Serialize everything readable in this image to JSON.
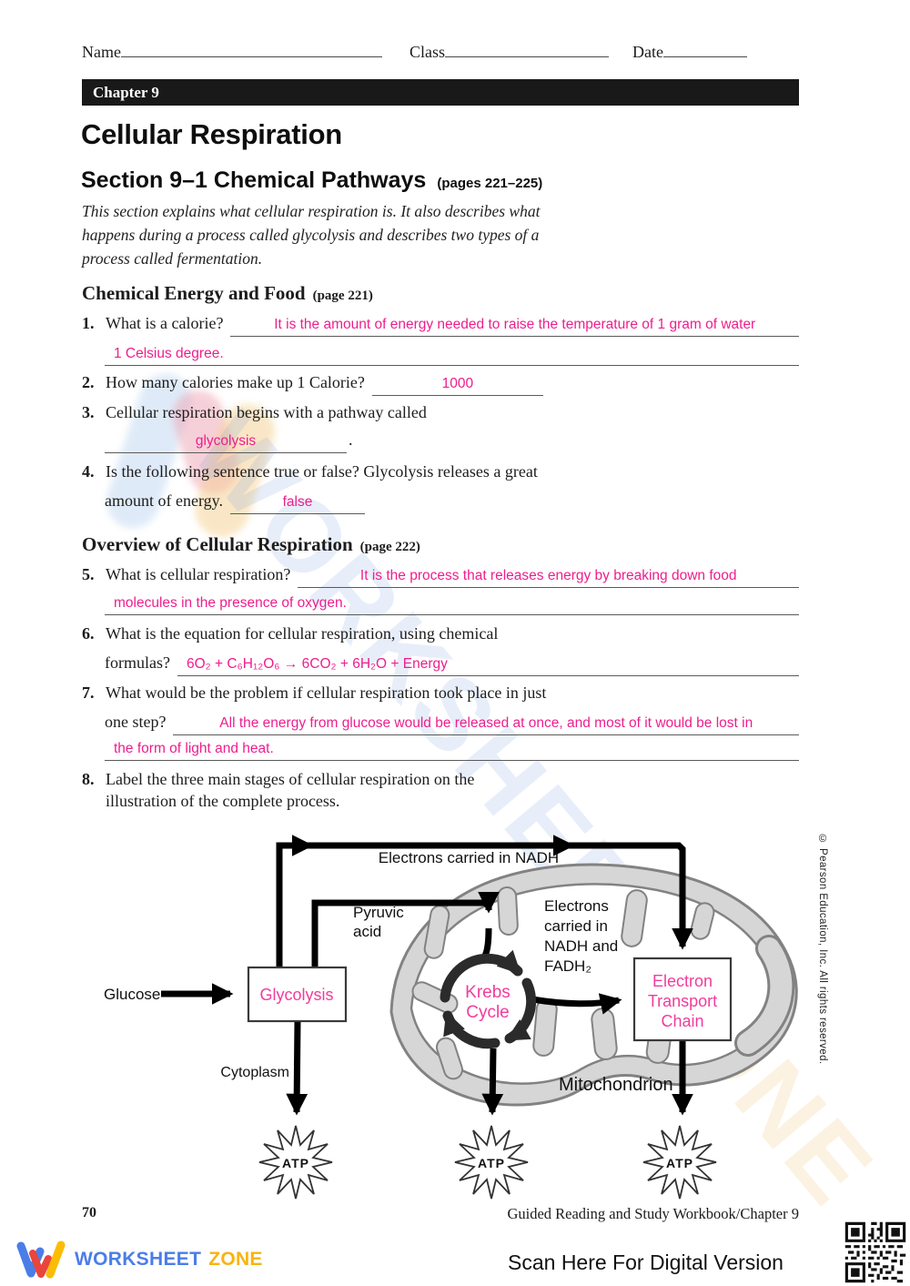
{
  "colors": {
    "answer_pink": "#ee1e8e",
    "diagram_pink": "#f23c9d",
    "banner_bg": "#191919",
    "logo_blue": "#4a7de8",
    "logo_orange": "#f8b411",
    "mito_gray": "#d6d6d6"
  },
  "header": {
    "name_label": "Name",
    "class_label": "Class",
    "date_label": "Date",
    "chapter_banner": "Chapter 9"
  },
  "title": "Cellular Respiration",
  "section": {
    "heading": "Section 9–1  Chemical Pathways",
    "pages": "(pages 221–225)"
  },
  "intro": {
    "line1": "This section explains what cellular respiration is. It also describes what",
    "line2": "happens during a process called glycolysis and describes two types of a",
    "line3": "process called fermentation."
  },
  "chemical_energy": {
    "heading": "Chemical Energy and Food",
    "page_ref": "(page 221)",
    "q1": {
      "num": "1.",
      "text": "What is a calorie?",
      "answer_line1": "It is the amount of energy needed to raise the temperature of 1 gram of water",
      "answer_line2": "1 Celsius degree."
    },
    "q2": {
      "num": "2.",
      "text": "How many calories make up 1 Calorie?",
      "answer": "1000"
    },
    "q3": {
      "num": "3.",
      "text": "Cellular respiration begins with a pathway called",
      "answer": "glycolysis",
      "period": "."
    },
    "q4": {
      "num": "4.",
      "line1": "Is the following sentence true or false? Glycolysis releases a great",
      "line2": "amount of energy.",
      "answer": "false"
    }
  },
  "overview": {
    "heading": "Overview of Cellular Respiration",
    "page_ref": "(page 222)",
    "q5": {
      "num": "5.",
      "text": "What is cellular respiration?",
      "answer_line1": "It is the process that releases energy by breaking down food",
      "answer_line2": "molecules in the presence of oxygen."
    },
    "q6": {
      "num": "6.",
      "line1": "What is the equation for cellular respiration, using chemical",
      "line2": "formulas?",
      "answer": "6O₂ + C₆H₁₂O₆ → 6CO₂ + 6H₂O + Energy"
    },
    "q7": {
      "num": "7.",
      "line1": "What would be the problem if cellular respiration took place in just",
      "line2": "one step?",
      "answer_line1": "All the energy from glucose would be released at once, and most of it would be lost in",
      "answer_line2": "the form of light and heat."
    },
    "q8": {
      "num": "8.",
      "line1": "Label the three main stages of cellular respiration on the",
      "line2": "illustration of the complete process."
    }
  },
  "diagram": {
    "electrons_nadh": "Electrons carried in NADH",
    "pyruvic_line1": "Pyruvic",
    "pyruvic_line2": "acid",
    "electrons_inner_line1": "Electrons",
    "electrons_inner_line2": "carried in",
    "electrons_inner_line3": "NADH and",
    "electrons_inner_line4": "FADH₂",
    "glucose": "Glucose",
    "glycolysis": "Glycolysis",
    "krebs_line1": "Krebs",
    "krebs_line2": "Cycle",
    "etc_line1": "Electron",
    "etc_line2": "Transport",
    "etc_line3": "Chain",
    "cytoplasm": "Cytoplasm",
    "mitochondrion": "Mitochondrion",
    "atp": "ATP"
  },
  "sidebar": {
    "copyright": "© Pearson Education, Inc. All rights reserved."
  },
  "footer": {
    "page_number": "70",
    "right_text": "Guided Reading and Study Workbook/Chapter 9"
  },
  "bottom_bar": {
    "logo_text1": "WORKSHEET",
    "logo_text2": "ZONE",
    "scan_text": "Scan Here For Digital Version"
  },
  "watermark": {
    "text1": "WORKSHEET",
    "text2": "ZONE"
  }
}
